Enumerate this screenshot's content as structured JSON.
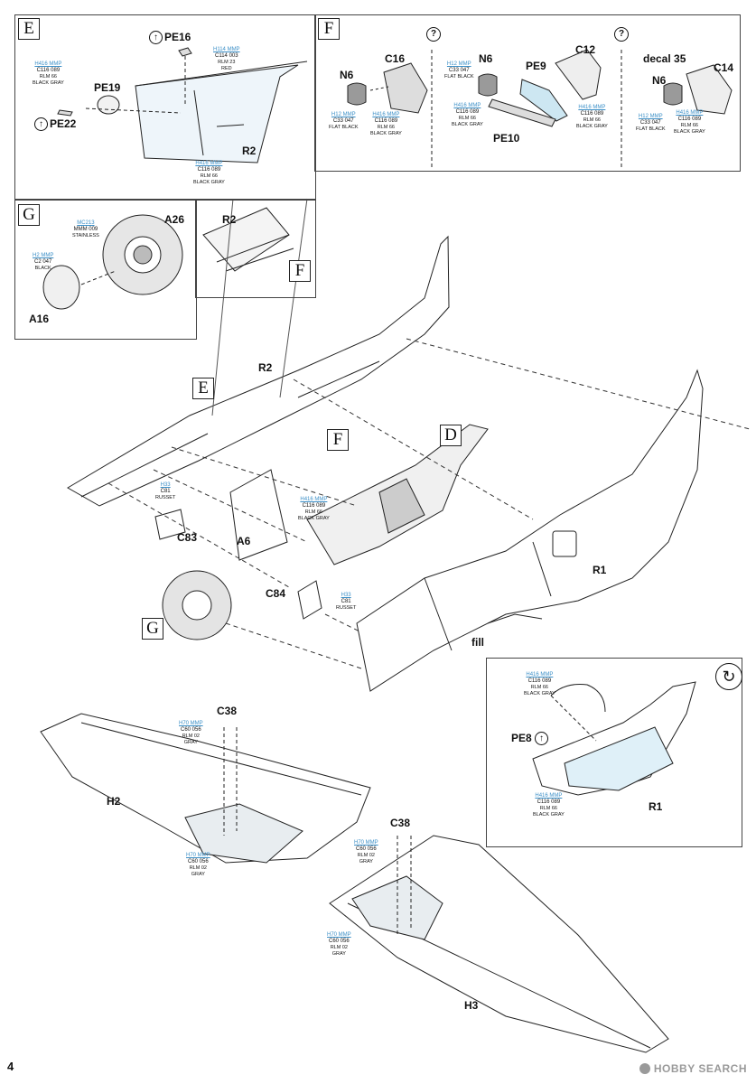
{
  "page_number": "4",
  "watermark": "HOBBY SEARCH",
  "callout_letters": {
    "e": "E",
    "f": "F",
    "g": "G",
    "d": "D"
  },
  "parts": {
    "pe16": "PE16",
    "pe19": "PE19",
    "pe22": "PE22",
    "r2": "R2",
    "n6": "N6",
    "c16": "C16",
    "pe9": "PE9",
    "c12": "C12",
    "pe10": "PE10",
    "decal35": "decal 35",
    "c14": "C14",
    "a26": "A26",
    "a16": "A16",
    "c83": "C83",
    "a6": "A6",
    "c84": "C84",
    "r1": "R1",
    "fill": "fill",
    "c38": "C38",
    "h2": "H2",
    "h3": "H3",
    "pe8": "PE8"
  },
  "paints": {
    "rlm66": {
      "gs": "H416 MMP",
      "c": "C116 089",
      "name": "RLM 66",
      "name2": "BLACK GRAY"
    },
    "rlm23": {
      "gs": "H114 MMP",
      "c": "C114 003",
      "name": "RLM 23",
      "name2": "RED"
    },
    "flat_black": {
      "gs": "H12 MMP",
      "c": "C33 047",
      "name": "FLAT BLACK"
    },
    "stainless": {
      "gs": "MC213",
      "c": "MMM 009",
      "name": "STAINLESS"
    },
    "black": {
      "gs": "H2 MMP",
      "c": "C2 047",
      "name": "BLACK"
    },
    "russet": {
      "gs": "H33",
      "c": "C81",
      "name": "RUSSET"
    },
    "rlm02": {
      "gs": "H70 MMP",
      "c": "C60 056",
      "name": "RLM 02",
      "name2": "GRAY"
    }
  },
  "icons": [
    "pe-part-icon",
    "question-icon",
    "rotate-icon"
  ]
}
